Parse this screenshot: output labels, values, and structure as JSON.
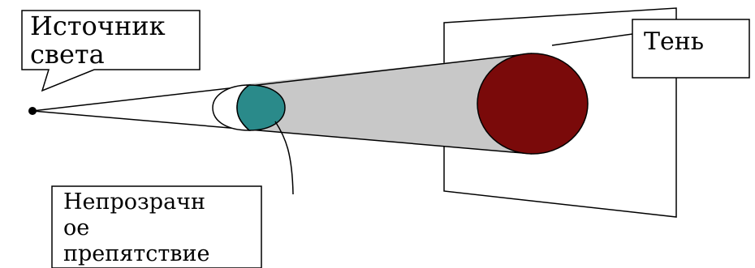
{
  "labels": {
    "light_source_line1": "Источник",
    "light_source_line2": "света",
    "shadow": "Тень",
    "obstacle_line1": "Непрозрачн",
    "obstacle_line2": "ое",
    "obstacle_line3": "препятствие"
  },
  "colors": {
    "background": "#ffffff",
    "outline": "#000000",
    "light_cone": "#c8c8c8",
    "obstacle_shadow_side": "#2a8a8a",
    "obstacle_lit_side": "#ffffff",
    "shadow_fill": "#7a0a0a"
  }
}
